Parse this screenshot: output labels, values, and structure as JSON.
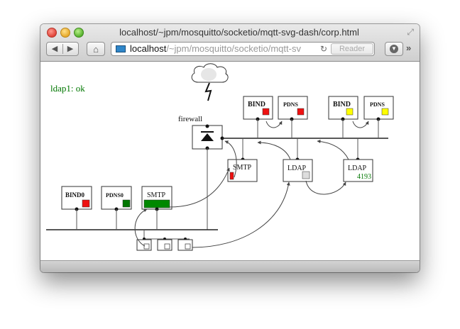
{
  "window": {
    "title": "localhost/~jpm/mosquitto/socketio/mqtt-svg-dash/corp.html",
    "address_host": "localhost",
    "address_path": "/~jpm/mosquitto/socketio/mqtt-sv",
    "reader_label": "Reader"
  },
  "diagram": {
    "status": "ldap1: ok",
    "firewall_label": "firewall",
    "ldap_counter": "4193",
    "nodes": {
      "bind_top": "BIND",
      "pdns_top": "PDNS",
      "bind_top2": "BIND",
      "pdns_top2": "PDNS",
      "smtp_dmz": "SMTP",
      "ldap_a": "LDAP",
      "ldap_b": "LDAP",
      "bind0": "BIND0",
      "pdns0": "PDNS0",
      "smtp_lan": "SMTP"
    },
    "colors": {
      "ok_green": "#007700",
      "alert_red": "#ee1111",
      "warn_yellow": "#ffff00",
      "idle_gray": "#dddddd",
      "box_green": "#008800"
    }
  }
}
